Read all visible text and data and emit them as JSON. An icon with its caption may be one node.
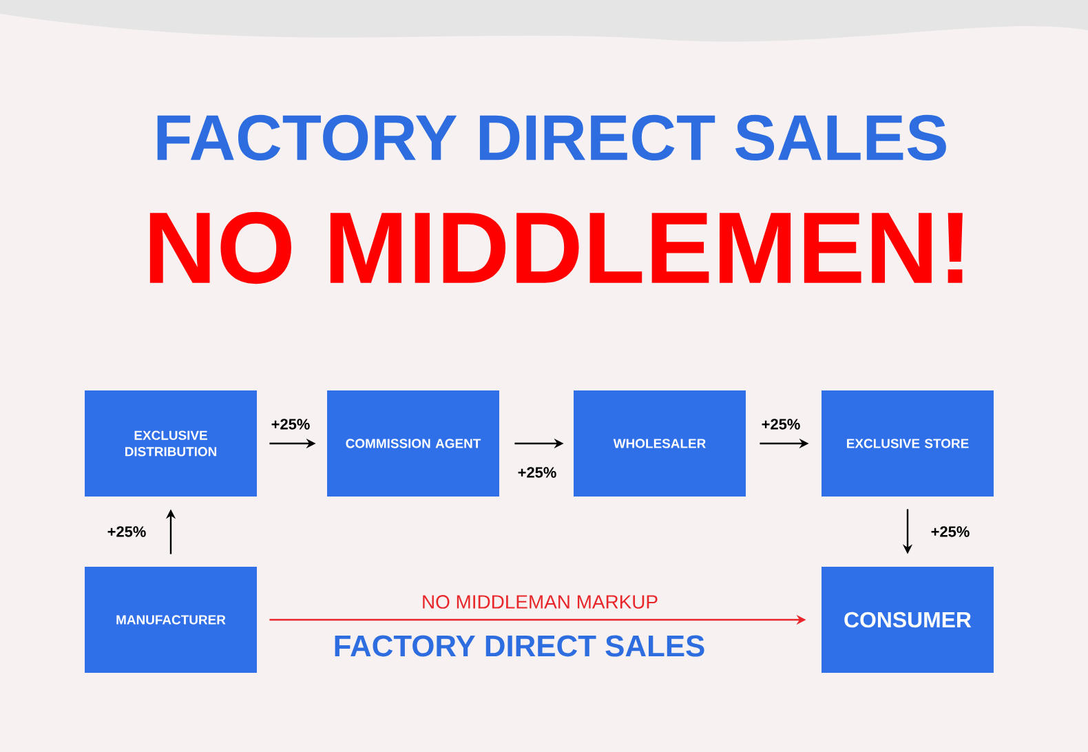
{
  "diagram": {
    "title": "FACTORY DIRECT SALES",
    "nodes": [
      {
        "text": [
          "EXCLUSIVE DISTRIBUTION"
        ]
      },
      {
        "text": [
          "COMMISSION AGENT"
        ]
      },
      {
        "text": [
          "WHOLESALER"
        ]
      },
      {
        "text": [
          "EXCLUSIVE STORE"
        ]
      },
      {
        "text": [
          "MANUFACTURER"
        ]
      },
      {
        "text": [
          "CONSUMER"
        ]
      }
    ],
    "edges": [
      {
        "from": 4,
        "to": 0,
        "arrow": "to",
        "label": "+25%"
      },
      {
        "from": 0,
        "to": 1,
        "arrow": "to",
        "label": "+25%"
      },
      {
        "from": 1,
        "to": 2,
        "arrow": "to",
        "label": "+25%"
      },
      {
        "from": 2,
        "to": 3,
        "arrow": "to",
        "label": "+25%"
      },
      {
        "from": 3,
        "to": 5,
        "arrow": "to",
        "label": "+25%"
      },
      {
        "from": 4,
        "to": 5,
        "arrow": "to",
        "label": "NO MIDDLEMAN MARKUP",
        "color": "#e8262a"
      }
    ],
    "labels": [
      "NO MIDDLEMEN!",
      "FACTORY DIRECT SALES"
    ]
  }
}
